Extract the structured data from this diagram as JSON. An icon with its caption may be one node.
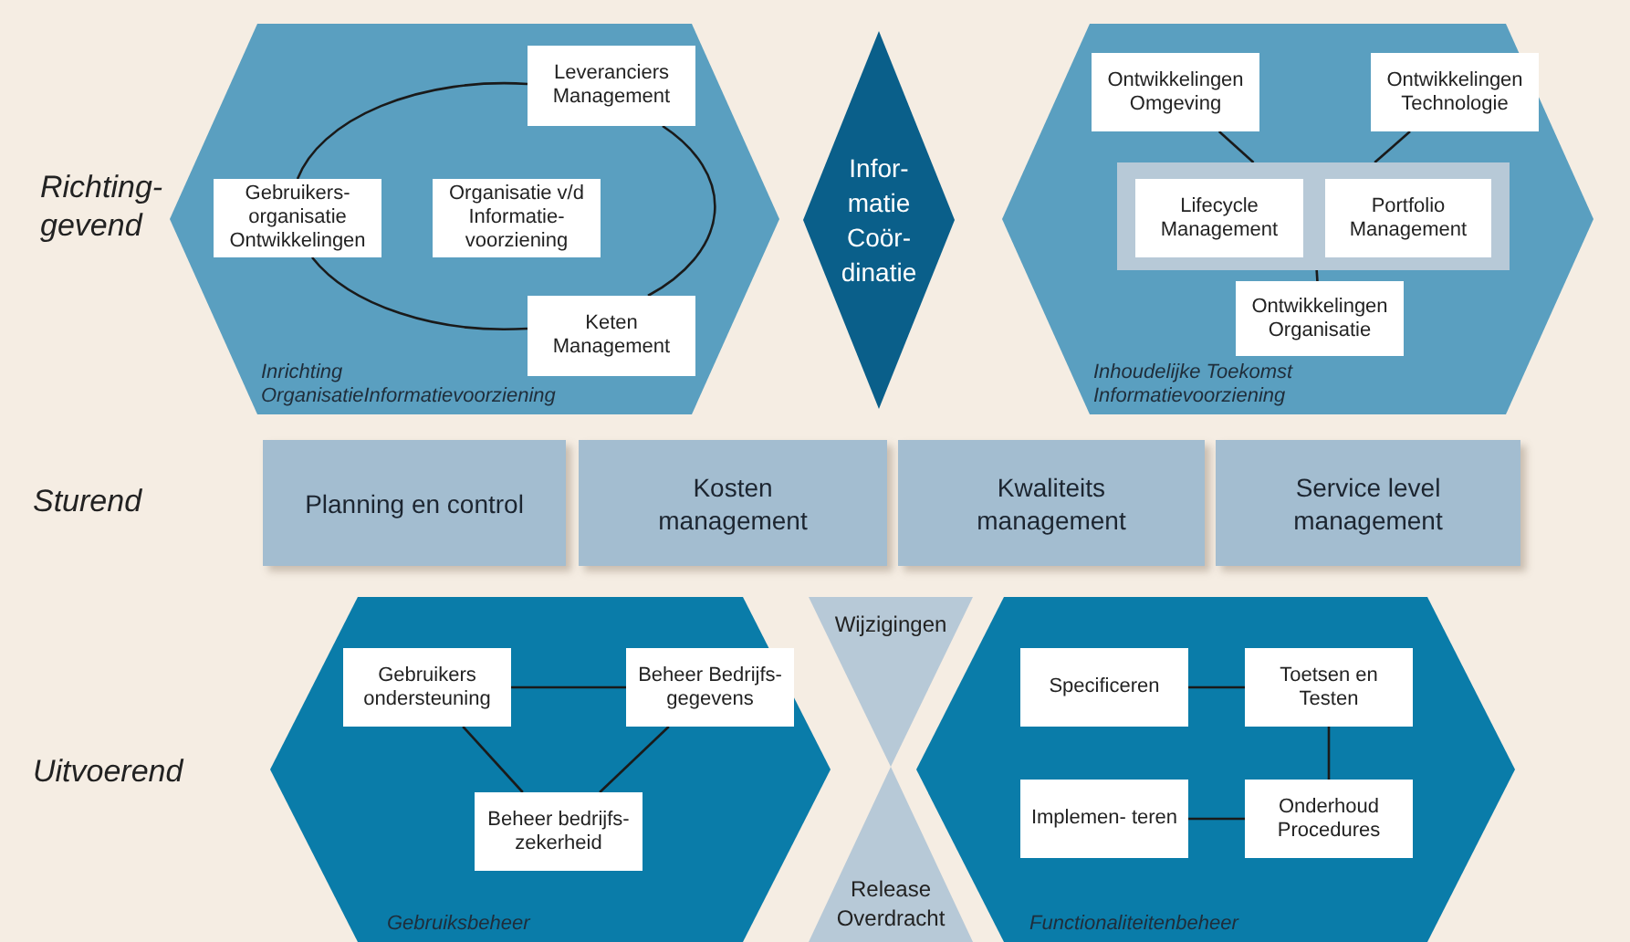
{
  "diagram": {
    "nodes": [
      {
        "text": [
          "Inrichting OrganisatieInformatievoorziening"
        ]
      },
      {
        "text": [
          "Leveranciers Management"
        ],
        "in": 0
      },
      {
        "text": [
          "Gebruikers- organisatie Ontwikkelingen"
        ],
        "in": 0
      },
      {
        "text": [
          "Organisatie v/d Informatie- voorziening"
        ],
        "in": 0
      },
      {
        "text": [
          "Keten Management"
        ],
        "in": 0
      },
      {
        "text": [
          "Infor- matie Coör- dinatie"
        ]
      },
      {
        "text": [
          "Inhoudelijke Toekomst Informatievoorziening"
        ]
      },
      {
        "text": [
          "Ontwikkelingen Omgeving"
        ],
        "in": 6
      },
      {
        "text": [
          "Ontwikkelingen Technologie"
        ],
        "in": 6
      },
      {
        "text": [],
        "shape": "box",
        "in": 6
      },
      {
        "text": [
          "Lifecycle Management"
        ],
        "in": 9
      },
      {
        "text": [
          "Portfolio Management"
        ],
        "in": 9
      },
      {
        "text": [
          "Ontwikkelingen Organisatie"
        ],
        "in": 6
      },
      {
        "text": [
          "Planning en control"
        ]
      },
      {
        "text": [
          "Kosten management"
        ]
      },
      {
        "text": [
          "Kwaliteits management"
        ]
      },
      {
        "text": [
          "Service level management"
        ]
      },
      {
        "text": [
          "Gebruiksbeheer"
        ]
      },
      {
        "text": [
          "Gebruikers ondersteuning"
        ],
        "in": 17
      },
      {
        "text": [
          "Beheer Bedrijfs- gegevens"
        ],
        "in": 17
      },
      {
        "text": [
          "Beheer bedrijfs- zekerheid"
        ],
        "in": 17
      },
      {
        "text": [
          "Wijzigingen"
        ]
      },
      {
        "text": [
          "Release Overdracht"
        ]
      },
      {
        "text": [
          "Functionaliteitenbeheer"
        ]
      },
      {
        "text": [
          "Specificeren"
        ],
        "in": 23
      },
      {
        "text": [
          "Toetsen en Testen"
        ],
        "in": 23
      },
      {
        "text": [
          "Implemen- teren"
        ],
        "in": 23
      },
      {
        "text": [
          "Onderhoud Procedures"
        ],
        "in": 23
      }
    ],
    "edges": [
      {
        "from": 2,
        "to": 1,
        "arrow": "none"
      },
      {
        "from": 1,
        "to": 4,
        "arrow": "none"
      },
      {
        "from": 4,
        "to": 2,
        "arrow": "none"
      },
      {
        "from": 7,
        "to": 9,
        "arrow": "none"
      },
      {
        "from": 8,
        "to": 9,
        "arrow": "none"
      },
      {
        "from": 9,
        "to": 12,
        "arrow": "none"
      },
      {
        "from": 18,
        "to": 19,
        "arrow": "none"
      },
      {
        "from": 18,
        "to": 20,
        "arrow": "none"
      },
      {
        "from": 19,
        "to": 20,
        "arrow": "none"
      },
      {
        "from": 24,
        "to": 25,
        "arrow": "none"
      },
      {
        "from": 25,
        "to": 27,
        "arrow": "none"
      },
      {
        "from": 26,
        "to": 27,
        "arrow": "none"
      }
    ],
    "labels": [
      "Richting- gevend",
      "Sturend",
      "Uitvoerend"
    ]
  }
}
